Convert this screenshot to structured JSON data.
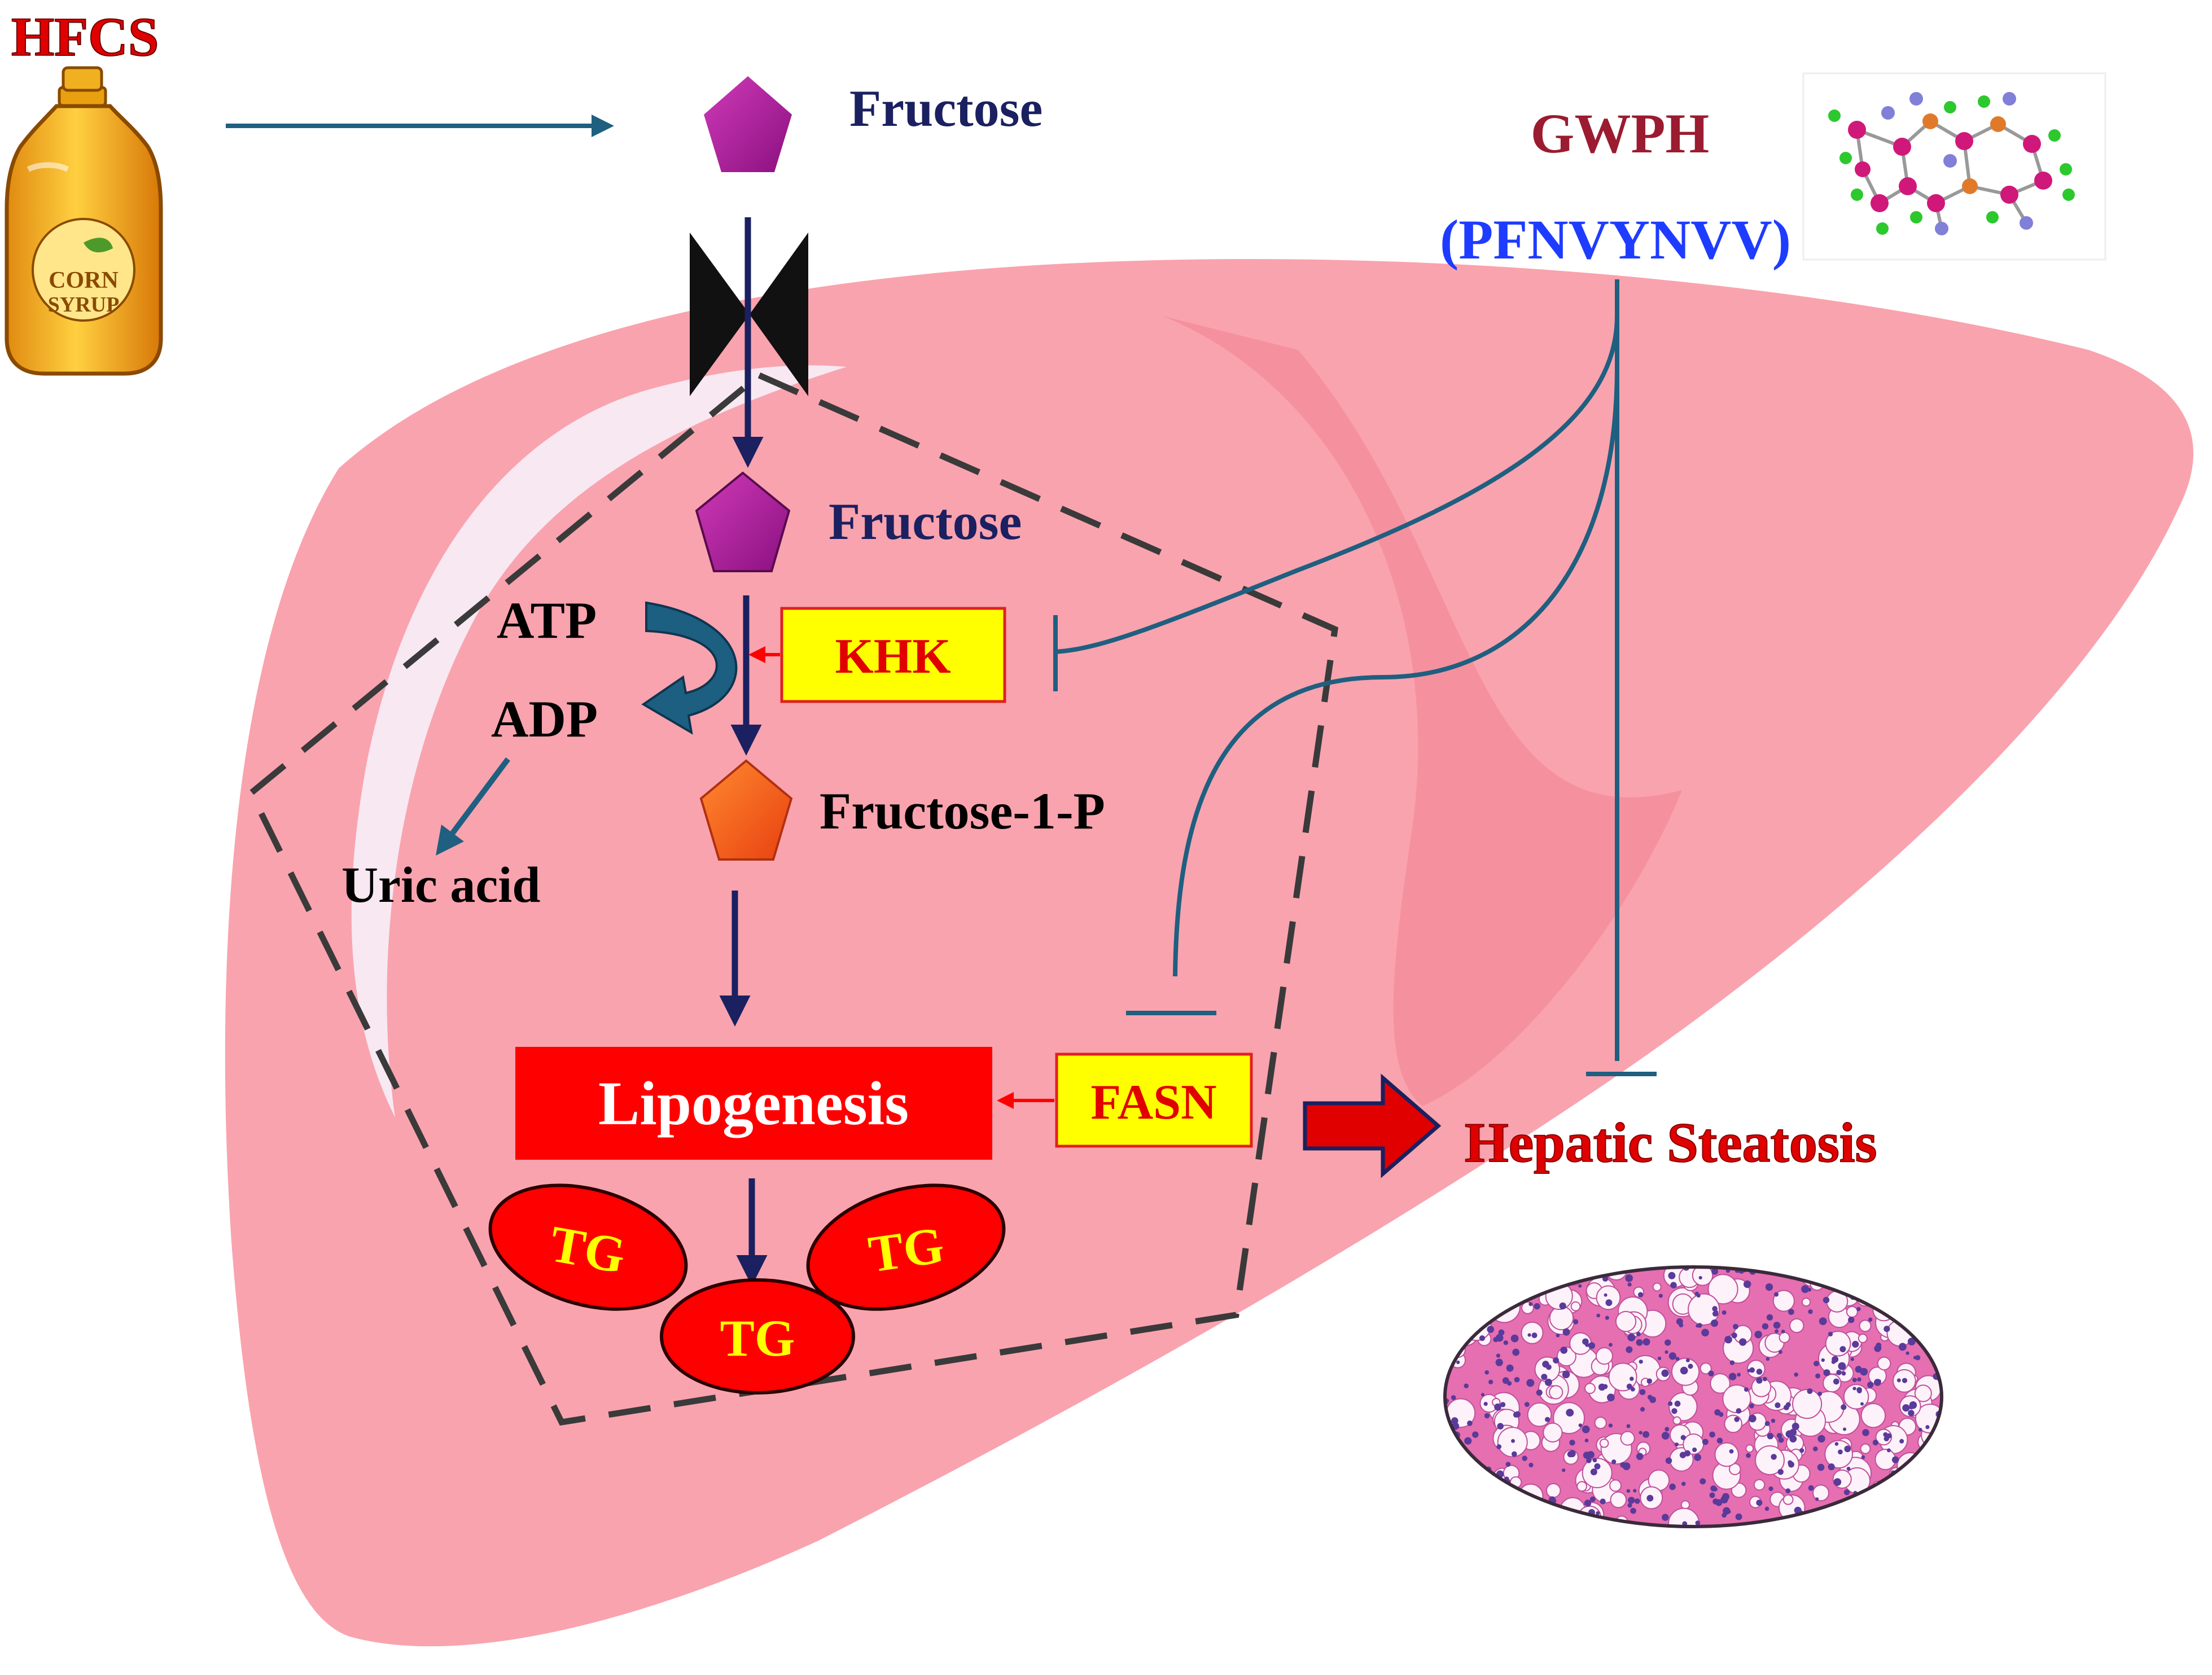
{
  "labels": {
    "hfcs": "HFCS",
    "fructose_outer": "Fructose",
    "fructose_inner": "Fructose",
    "atp": "ATP",
    "adp": "ADP",
    "uric_acid": "Uric acid",
    "khk": "KHK",
    "fructose_1_p": "Fructose-1-P",
    "lipogenesis": "Lipogenesis",
    "fasn": "FASN",
    "tg_left": "TG",
    "tg_right": "TG",
    "tg_bottom": "TG",
    "gwph": "GWPH",
    "peptide": "(PFNVYNVV)",
    "hepatic_steatosis": "Hepatic Steatosis",
    "bottle_corn": "CORN",
    "bottle_syrup": "SYRUP"
  },
  "colors": {
    "liver": "#F9A3AE",
    "liver_lobe": "#F48E9B",
    "dashed_outline": "#3A3A3A",
    "navy_arrow": "#1A2060",
    "teal_line": "#1F5F80",
    "red": "#FF0000",
    "yellow": "#FFFF00",
    "gwph_text": "#9B1B30",
    "peptide_text": "#1E3CFF",
    "pentagon_magenta": "#B5239A",
    "pentagon_orange": "#F86020",
    "histology_pink": "#E56FB1"
  },
  "icons": {
    "bottle": "corn-syrup-bottle-icon",
    "transporter": "transporter-channel-icon",
    "molecule": "molecule-ball-stick-icon",
    "histology": "liver-histology-image"
  }
}
